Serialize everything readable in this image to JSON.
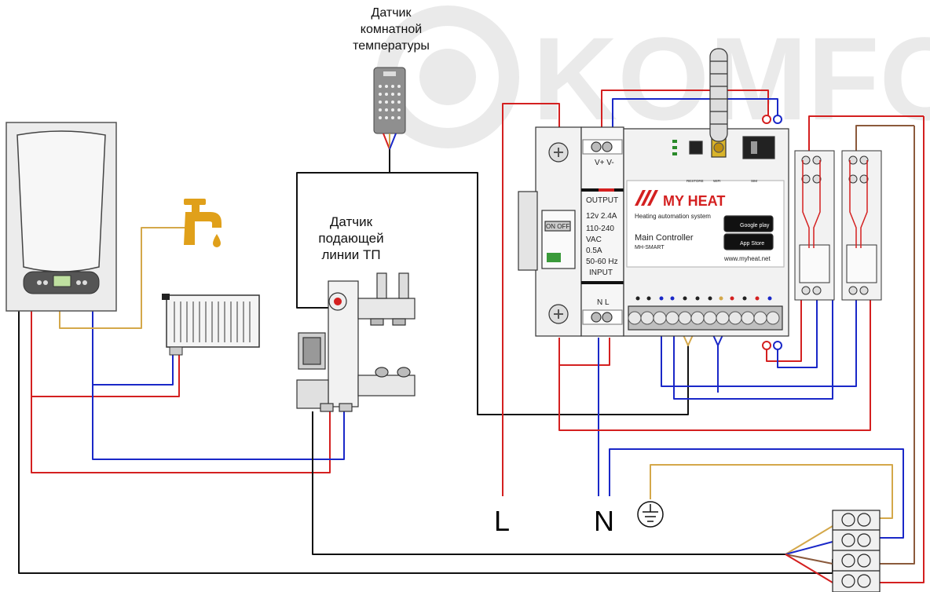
{
  "watermark": "KOMFO",
  "labels": {
    "room_sensor": [
      "Датчик",
      "комнатной",
      "температуры"
    ],
    "supply_sensor": [
      "Датчик",
      "подающей",
      "линии ТП"
    ],
    "line": "L",
    "neutral": "N"
  },
  "breaker": {
    "switch": "ON OFF"
  },
  "psu": {
    "top": "V+  V-",
    "output": "OUTPUT",
    "spec": [
      "12v 2.4A",
      "110-240",
      "VAC",
      "0.5A",
      "50-60 Hz"
    ],
    "input": "INPUT",
    "bottom": "N  L"
  },
  "controller": {
    "brand": "MY HEAT",
    "tagline": "Heating automation system",
    "name": "Main Controller",
    "model": "MH-SMART",
    "google": "Google play",
    "apple": "App Store",
    "url": "www.myheat.net",
    "btn_labels": [
      "RESTORE",
      "WIFI",
      "SIM"
    ]
  },
  "colors": {
    "red": "#d42020",
    "blue": "#1a28c8",
    "brown": "#8b5a3c",
    "yellow": "#d4a84a",
    "black": "#111111",
    "faucet": "#e0a01a",
    "watermark": "#d9d9d9"
  }
}
